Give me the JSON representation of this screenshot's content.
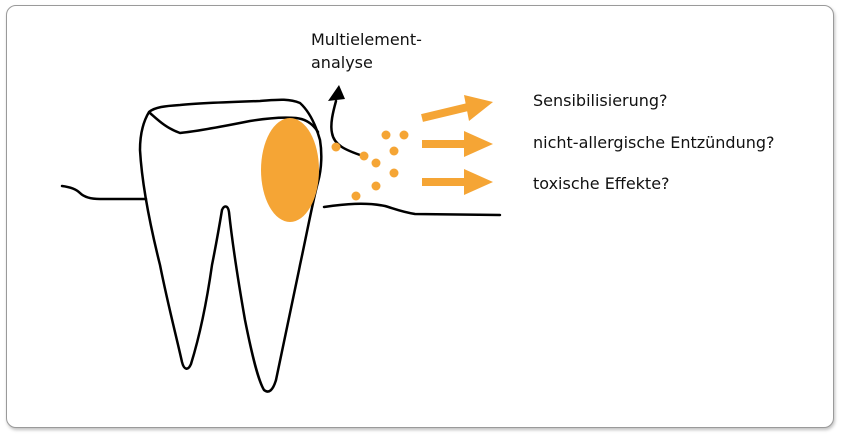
{
  "labels": {
    "analysis_line1": "Multielement-",
    "analysis_line2": "analyse",
    "effect_1": "Sensibilisierung?",
    "effect_2": "nicht-allergische Entzündung?",
    "effect_3": "toxische Effekte?"
  },
  "colors": {
    "accent": "#f5a535",
    "line": "#000000",
    "frame_border": "#9a9a9a"
  }
}
